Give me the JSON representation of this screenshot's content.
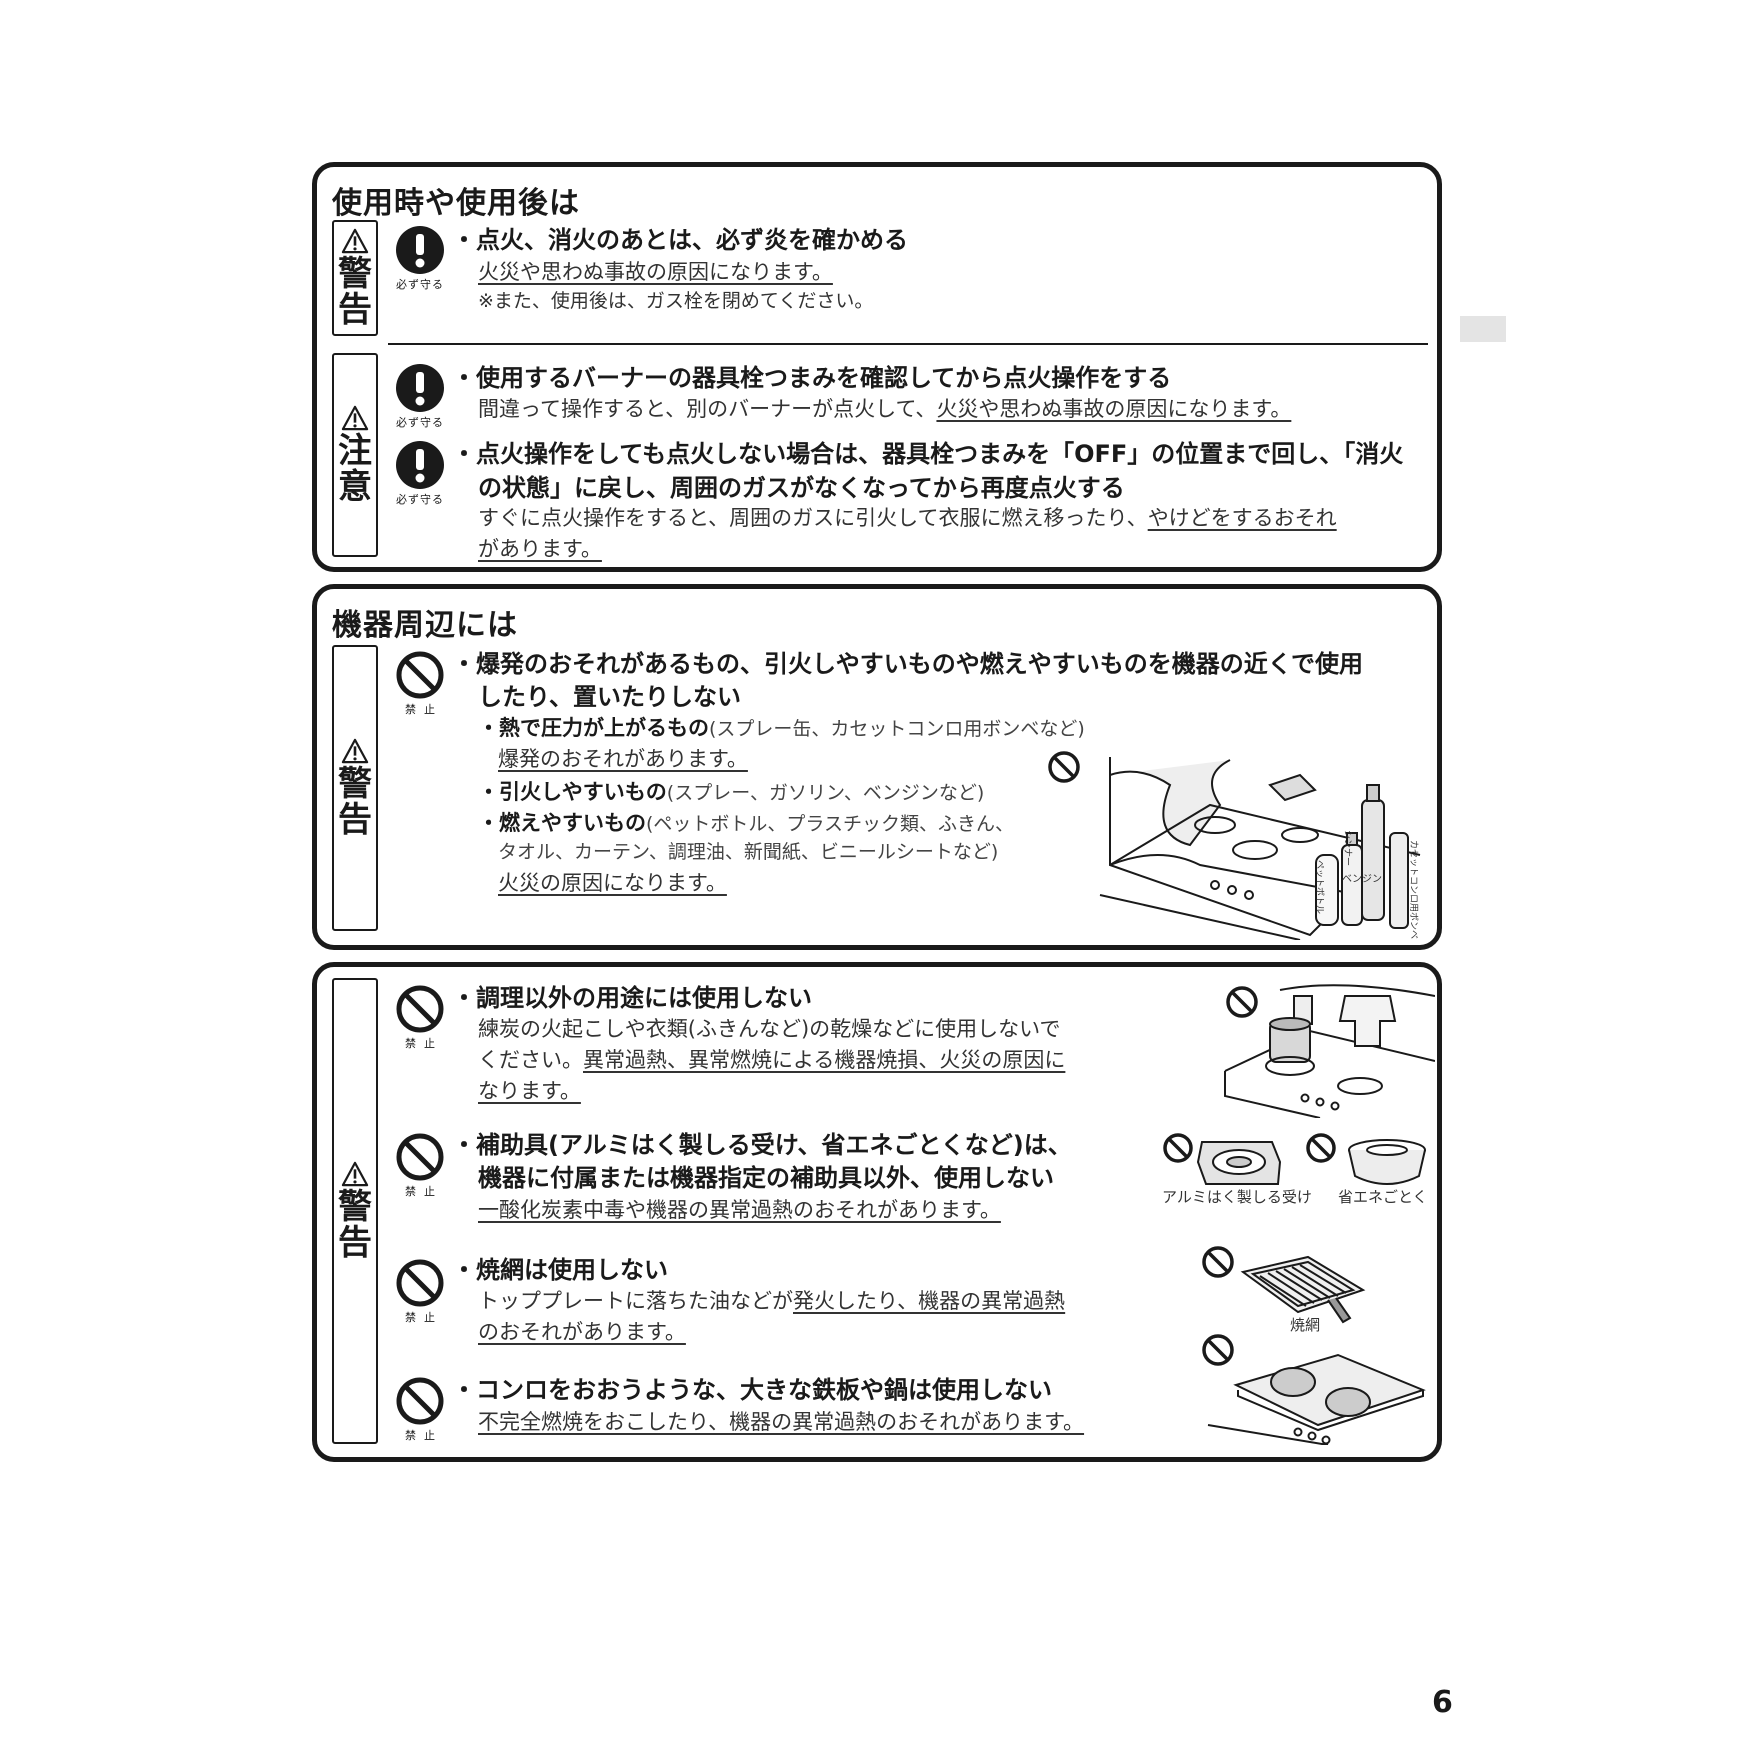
{
  "section1": {
    "title": "使用時や使用後は",
    "warning_label": [
      "警",
      "告"
    ],
    "caution_label": [
      "注",
      "意"
    ],
    "must_caption": "必ず守る",
    "item1": {
      "head": "・点火、消火のあとは、必ず炎を確かめる",
      "body1": "火災や思わぬ事故の原因になります。",
      "body2": "※また、使用後は、ガス栓を閉めてください。"
    },
    "item2": {
      "head": "・使用するバーナーの器具栓つまみを確認してから点火操作をする",
      "body_plain": "間違って操作すると、別のバーナーが点火して、",
      "body_u": "火災や思わぬ事故の原因になります。"
    },
    "item3": {
      "head1": "・点火操作をしても点火しない場合は、器具栓つまみを「OFF」の位置まで回し、「消火",
      "head2": "の状態」に戻し、周囲のガスがなくなってから再度点火する",
      "body_plain": "すぐに点火操作をすると、周囲のガスに引火して衣服に燃え移ったり、",
      "body_u1": "やけどをするおそれ",
      "body_u2": "があります。"
    }
  },
  "section2": {
    "title": "機器周辺には",
    "label": [
      "警",
      "告"
    ],
    "prohibit_caption": "禁止",
    "head1": "・爆発のおそれがあるもの、引火しやすいものや燃えやすいものを機器の近くで使用",
    "head2": "したり、置いたりしない",
    "sub1_bold": "・熱で圧力が上がるもの",
    "sub1_light": "(スプレー缶、カセットコンロ用ボンベなど)",
    "sub1_note": "爆発のおそれがあります。",
    "sub2_bold": "・引火しやすいもの",
    "sub2_light": "(スプレー、ガソリン、ベンジンなど)",
    "sub3_bold": "・燃えやすいもの",
    "sub3_light": "(ペットボトル、プラスチック類、ふきん、",
    "sub3_light2": "タオル、カーテン、調理油、新聞紙、ビニールシートなど)",
    "sub3_note": "火災の原因になります。",
    "illus_labels": [
      "シンナー",
      "ベンジン",
      "ペットボトル",
      "カセットコンロ用ボンベ"
    ]
  },
  "section3": {
    "label": [
      "警",
      "告"
    ],
    "prohibit_caption": "禁止",
    "item1": {
      "head": "・調理以外の用途には使用しない",
      "body1": "練炭の火起こしや衣類(ふきんなど)の乾燥などに使用しないで",
      "body2_plain": "ください。",
      "body2_u": "異常過熱、異常燃焼による機器焼損、火災の原因に",
      "body3_u": "なります。"
    },
    "item2": {
      "head1": "・補助具(アルミはく製しる受け、省エネごとくなど)は、",
      "head2": "機器に付属または機器指定の補助具以外、使用しない",
      "body": "一酸化炭素中毒や機器の異常過熱のおそれがあります。",
      "cap_left": "アルミはく製しる受け",
      "cap_right": "省エネごとく"
    },
    "item3": {
      "head": "・焼網は使用しない",
      "body1_plain": "トッププレートに落ちた油などが",
      "body1_u": "発火したり、機器の異常過熱",
      "body2_u": "のおそれがあります。",
      "cap": "焼網"
    },
    "item4": {
      "head": "・コンロをおおうような、大きな鉄板や鍋は使用しない",
      "body": "不完全燃焼をおこしたり、機器の異常過熱のおそれがあります。"
    }
  },
  "page_number": "6"
}
